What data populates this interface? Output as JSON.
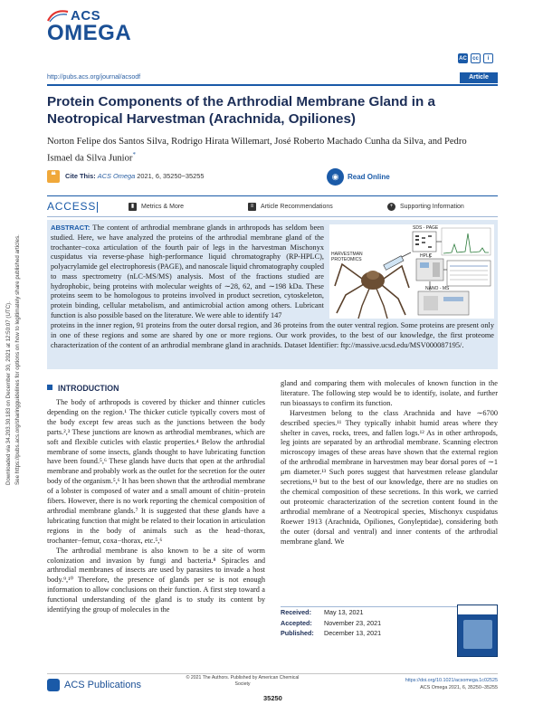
{
  "side_note": {
    "line1": "Downloaded via 34.203.30.183 on December 30, 2021 at 12:50:07 (UTC).",
    "line2": "See https://pubs.acs.org/sharingguidelines for options on how to legitimately share published articles."
  },
  "journal": {
    "name_top": "ACS",
    "name_bottom": "OMEGA",
    "url": "http://pubs.acs.org/journal/acsodf",
    "article_type": "Article",
    "icons": [
      "open-access-icon",
      "cc-icon",
      "cc-by-icon"
    ],
    "icon_glyphs": [
      "AC",
      "cc",
      "i"
    ]
  },
  "paper": {
    "title": "Protein Components of the Arthrodial Membrane Gland in a Neotropical Harvestman (Arachnida, Opiliones)",
    "authors": "Norton Felipe dos Santos Silva, Rodrigo Hirata Willemart, José Roberto Machado Cunha da Silva, and Pedro Ismael da Silva Junior",
    "corresponding_mark": "*"
  },
  "cite": {
    "label": "Cite This:",
    "journal": "ACS Omega",
    "details": "2021, 6, 35250−35255",
    "read_online": "Read Online"
  },
  "access_bar": {
    "access_label": "ACCESS",
    "items": [
      "Metrics & More",
      "Article Recommendations",
      "Supporting Information"
    ]
  },
  "abstract": {
    "lead": "ABSTRACT:",
    "text_part1": "The content of arthrodial membrane glands in arthropods has seldom been studied. Here, we have analyzed the proteins of the arthrodial membrane gland of the trochanter−coxa articulation of the fourth pair of legs in the harvestman Mischonyx cuspidatus via reverse-phase high-performance liquid chromatography (RP-HPLC), polyacrylamide gel electrophoresis (PAGE), and nanoscale liquid chromatography coupled to mass spectrometry (nLC-MS/MS) analysis. Most of the fractions studied are hydrophobic, being proteins with molecular weights of ∼28, 62, and ∼198 kDa. These proteins seem to be homologous to proteins involved in product secretion, cytoskeleton, protein binding, cellular metabolism, and antimicrobial action among others. Lubricant function is also possible based on the literature. We were able to identify 147",
    "text_part2": "proteins in the inner region, 91 proteins from the outer dorsal region, and 36 proteins from the outer ventral region. Some proteins are present only in one of these regions and some are shared by one or more regions. Our work provides, to the best of our knowledge, the first proteome characterization of the content of an arthrodial membrane gland in arachnids. Dataset Identifier: ftp://massive.ucsd.edu/MSV000087195/.",
    "graphic_labels": {
      "left": "HARVESTMAN PROTEOMICS",
      "sds": "SDS - PAGE",
      "hplc": "HPLC",
      "nano": "NANO - MS"
    }
  },
  "introduction": {
    "heading": "INTRODUCTION",
    "col1_paragraphs": [
      "The body of arthropods is covered by thicker and thinner cuticles depending on the region.¹ The thicker cuticle typically covers most of the body except few areas such as the junctions between the body parts.²,³ These junctions are known as arthrodial membranes, which are soft and flexible cuticles with elastic properties.⁴ Below the arthrodial membrane of some insects, glands thought to have lubricating function have been found.⁵,⁶ These glands have ducts that open at the arthrodial membrane and probably work as the outlet for the secretion for the outer body of the organism.⁵,⁶ It has been shown that the arthrodial membrane of a lobster is composed of water and a small amount of chitin−protein fibers. However, there is no work reporting the chemical composition of arthrodial membrane glands.⁷ It is suggested that these glands have a lubricating function that might be related to their location in articulation regions in the body of animals such as the head−thorax, trochanter−femur, coxa−thorax, etc.⁵,⁶",
      "The arthrodial membrane is also known to be a site of worm colonization and invasion by fungi and bacteria.⁸ Spiracles and arthrodial membranes of insects are used by parasites to invade a host body.⁹,¹⁰ Therefore, the presence of glands per se is not enough information to allow conclusions on their function. A first step toward a functional understanding of the gland is to study its content by identifying the group of molecules in the"
    ],
    "col2_paragraphs": [
      "gland and comparing them with molecules of known function in the literature. The following step would be to identify, isolate, and further run bioassays to confirm its function.",
      "Harvestmen belong to the class Arachnida and have ∼6700 described species.¹¹ They typically inhabit humid areas where they shelter in caves, rocks, trees, and fallen logs.¹² As in other arthropods, leg joints are separated by an arthrodial membrane. Scanning electron microscopy images of these areas have shown that the external region of the arthrodial membrane in harvestmen may bear dorsal pores of ∼1 μm diameter.¹³ Such pores suggest that harvestmen release glandular secretions,¹³ but to the best of our knowledge, there are no studies on the chemical composition of these secretions. In this work, we carried out proteomic characterization of the secretion content found in the arthrodial membrane of a Neotropical species, Mischonyx cuspidatus Roewer 1913 (Arachnida, Opiliones, Gonyleptidae), considering both the outer (dorsal and ventral) and inner contents of the arthrodial membrane gland. We"
    ]
  },
  "dates": {
    "received_label": "Received:",
    "received": "May 13, 2021",
    "accepted_label": "Accepted:",
    "accepted": "November 23, 2021",
    "published_label": "Published:",
    "published": "December 13, 2021"
  },
  "footer": {
    "publisher": "ACS Publications",
    "copyright": "© 2021 The Authors. Published by American Chemical Society",
    "page": "35250",
    "doi": "https://doi.org/10.1021/acsomega.1c02525",
    "citation": "ACS Omega 2021, 6, 35250−35255"
  },
  "colors": {
    "brand_blue": "#1a5aa8",
    "title_navy": "#1c2e57",
    "abstract_bg": "#dde8f4"
  }
}
